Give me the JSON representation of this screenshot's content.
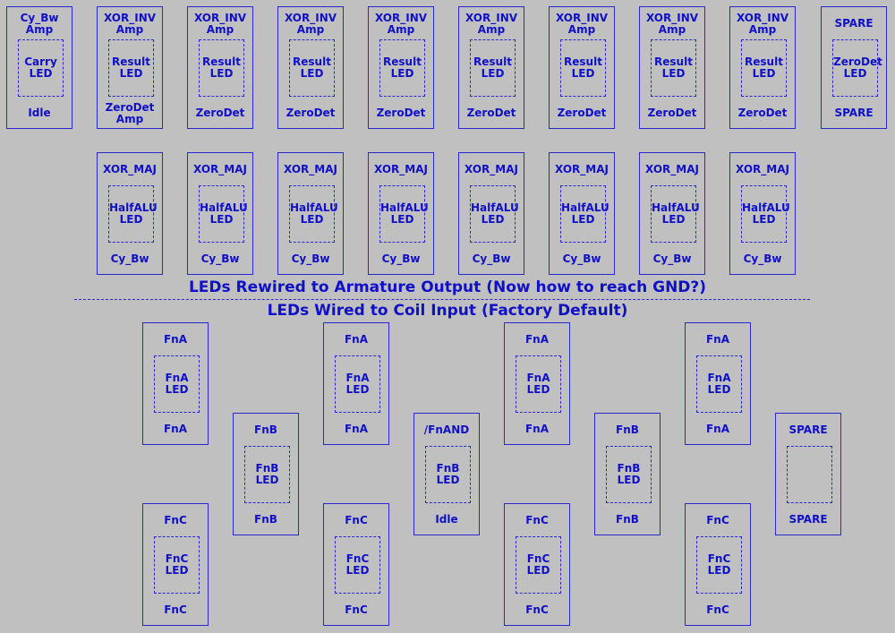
{
  "colors": {
    "background": "#c0c0c0",
    "line": "#2828d0",
    "text": "#1010c8"
  },
  "labels": {
    "rewired": "LEDs Rewired to Armature Output (Now how to reach GND?)",
    "coil": "LEDs Wired to Coil Input (Factory Default)"
  },
  "boxes": [
    {
      "top": "Cy_Bw\nAmp",
      "inner": "Carry\nLED",
      "bottom": "Idle"
    },
    {
      "top": "XOR_INV\nAmp",
      "inner": "Result\nLED",
      "bottom": "ZeroDet\nAmp"
    },
    {
      "top": "XOR_INV\nAmp",
      "inner": "Result\nLED",
      "bottom": "ZeroDet"
    },
    {
      "top": "XOR_INV\nAmp",
      "inner": "Result\nLED",
      "bottom": "ZeroDet"
    },
    {
      "top": "XOR_INV\nAmp",
      "inner": "Result\nLED",
      "bottom": "ZeroDet"
    },
    {
      "top": "XOR_INV\nAmp",
      "inner": "Result\nLED",
      "bottom": "ZeroDet"
    },
    {
      "top": "XOR_INV\nAmp",
      "inner": "Result\nLED",
      "bottom": "ZeroDet"
    },
    {
      "top": "XOR_INV\nAmp",
      "inner": "Result\nLED",
      "bottom": "ZeroDet"
    },
    {
      "top": "XOR_INV\nAmp",
      "inner": "Result\nLED",
      "bottom": "ZeroDet"
    },
    {
      "top": "SPARE",
      "inner": "ZeroDet\nLED",
      "bottom": "SPARE"
    },
    {
      "top": "XOR_MAJ",
      "inner": "HalfALU\nLED",
      "bottom": "Cy_Bw"
    },
    {
      "top": "XOR_MAJ",
      "inner": "HalfALU\nLED",
      "bottom": "Cy_Bw"
    },
    {
      "top": "XOR_MAJ",
      "inner": "HalfALU\nLED",
      "bottom": "Cy_Bw"
    },
    {
      "top": "XOR_MAJ",
      "inner": "HalfALU\nLED",
      "bottom": "Cy_Bw"
    },
    {
      "top": "XOR_MAJ",
      "inner": "HalfALU\nLED",
      "bottom": "Cy_Bw"
    },
    {
      "top": "XOR_MAJ",
      "inner": "HalfALU\nLED",
      "bottom": "Cy_Bw"
    },
    {
      "top": "XOR_MAJ",
      "inner": "HalfALU\nLED",
      "bottom": "Cy_Bw"
    },
    {
      "top": "XOR_MAJ",
      "inner": "HalfALU\nLED",
      "bottom": "Cy_Bw"
    },
    {
      "top": "FnA",
      "inner": "FnA\nLED",
      "bottom": "FnA"
    },
    {
      "top": "FnC",
      "inner": "FnC\nLED",
      "bottom": "FnC"
    },
    {
      "top": "FnB",
      "inner": "FnB\nLED",
      "bottom": "FnB"
    },
    {
      "top": "FnA",
      "inner": "FnA\nLED",
      "bottom": "FnA"
    },
    {
      "top": "FnC",
      "inner": "FnC\nLED",
      "bottom": "FnC"
    },
    {
      "top": "/FnAND",
      "inner": "FnB\nLED",
      "bottom": "Idle"
    },
    {
      "top": "FnA",
      "inner": "FnA\nLED",
      "bottom": "FnA"
    },
    {
      "top": "FnC",
      "inner": "FnC\nLED",
      "bottom": "FnC"
    },
    {
      "top": "FnB",
      "inner": "FnB\nLED",
      "bottom": "FnB"
    },
    {
      "top": "FnA",
      "inner": "FnA\nLED",
      "bottom": "FnA"
    },
    {
      "top": "FnC",
      "inner": "FnC\nLED",
      "bottom": "FnC"
    },
    {
      "top": "SPARE",
      "inner": "",
      "bottom": "SPARE"
    }
  ]
}
